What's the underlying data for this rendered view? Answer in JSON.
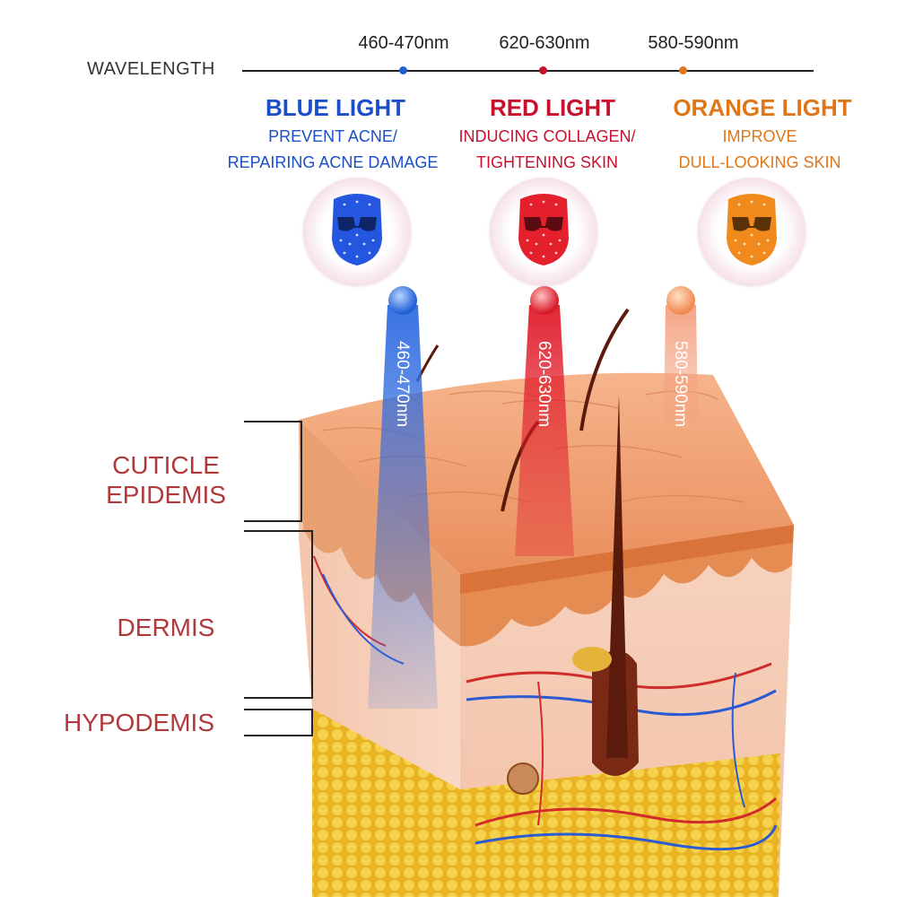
{
  "wavelength": {
    "label": "WAVELENGTH",
    "values": [
      "460-470nm",
      "620-630nm",
      "580-590nm"
    ]
  },
  "lights": [
    {
      "title": "BLUE LIGHT",
      "line1": "PREVENT ACNE/",
      "line2": "REPAIRING ACNE DAMAGE",
      "beam_label": "460-470nm",
      "color": "#1a4fc9",
      "mask_color": "#2456e0"
    },
    {
      "title": "RED LIGHT",
      "line1": "INDUCING COLLAGEN/",
      "line2": "TIGHTENING SKIN",
      "beam_label": "620-630nm",
      "color": "#c8102e",
      "mask_color": "#e3202c"
    },
    {
      "title": "ORANGE LIGHT",
      "line1": "IMPROVE",
      "line2": "DULL-LOOKING SKIN",
      "beam_label": "580-590nm",
      "color": "#e0761a",
      "mask_color": "#f08a1c"
    }
  ],
  "layers": {
    "cuticle": "CUTICLE",
    "epidermis": "EPIDEMIS",
    "dermis": "DERMIS",
    "hypodermis": "HYPODEMIS"
  }
}
